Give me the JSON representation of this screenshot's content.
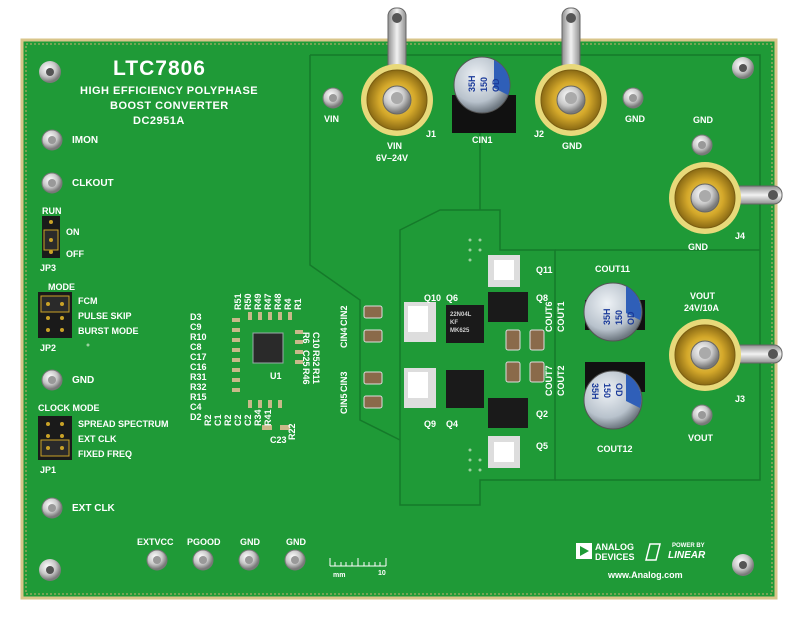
{
  "board": {
    "part_number": "LTC7806",
    "title_line1": "HIGH EFFICIENCY POLYPHASE",
    "title_line2": "BOOST CONVERTER",
    "board_id": "DC2951A",
    "colors": {
      "pcb": "#1f9a37",
      "silkscreen": "#ffffff",
      "gold": "#c9a227",
      "solder_edge": "#d8c58a"
    }
  },
  "left_terminals": {
    "imon": "IMON",
    "clkout": "CLKOUT",
    "gnd": "GND",
    "ext_clk": "EXT CLK"
  },
  "jumpers": {
    "jp3": {
      "title": "RUN",
      "on": "ON",
      "off": "OFF",
      "ref": "JP3"
    },
    "jp2": {
      "title": "MODE",
      "opt1": "FCM",
      "opt2": "PULSE SKIP",
      "opt3": "BURST MODE",
      "ref": "JP2"
    },
    "jp1": {
      "title": "CLOCK MODE",
      "opt1": "SPREAD SPECTRUM",
      "opt2": "EXT CLK",
      "opt3": "FIXED FREQ",
      "ref": "JP1"
    }
  },
  "input": {
    "vin_label": "VIN",
    "j1": "J1",
    "j1_vin": "VIN",
    "range": "6V–24V",
    "j2": "J2",
    "j2_gnd": "GND",
    "gnd_right": "GND",
    "cin1": "CIN1",
    "cap_text": [
      "35H",
      "150",
      "OD"
    ]
  },
  "output": {
    "gnd_top": "GND",
    "j4_gnd": "GND",
    "j4": "J4",
    "vout_label": "VOUT",
    "vout_rating": "24V/10A",
    "j3": "J3",
    "vout_bottom": "VOUT",
    "cout11": "COUT11",
    "cout12": "COUT12",
    "cap_text": [
      "35H",
      "150",
      "OD"
    ]
  },
  "refdes": {
    "q10": "Q10",
    "q6": "Q6",
    "q9": "Q9",
    "q4": "Q4",
    "q11": "Q11",
    "q8": "Q8",
    "q2": "Q2",
    "q5": "Q5",
    "cin4": "CIN4",
    "cin2": "CIN2",
    "cin5": "CIN5",
    "cin3": "CIN3",
    "cout6": "COUT6",
    "cout1": "COUT1",
    "cout7": "COUT7",
    "cout2": "COUT2",
    "u1": "U1",
    "left_col": [
      "D3",
      "C9",
      "R10",
      "C8",
      "C17",
      "C16",
      "R31",
      "R32",
      "R15",
      "C4",
      "D2"
    ],
    "top_row": [
      "R51",
      "R50",
      "R49",
      "R47",
      "R48",
      "R4",
      "R1"
    ],
    "right_col": [
      "R6",
      "C10",
      "C25",
      "R52",
      "R46",
      "R11"
    ],
    "bottom_row": [
      "R2",
      "C1",
      "R2",
      "C2",
      "C2",
      "R34",
      "R41",
      "C23",
      "R22"
    ],
    "mosfet_marking": [
      "22N04L",
      "KF",
      "MK625"
    ]
  },
  "bottom_terminals": {
    "extvcc": "EXTVCC",
    "pgood": "PGOOD",
    "gnd1": "GND",
    "gnd2": "GND"
  },
  "scale": {
    "unit": "mm",
    "max": "10"
  },
  "branding": {
    "analog_line1": "ANALOG",
    "analog_line2": "DEVICES",
    "powered_by": "POWER BY",
    "linear": "LINEAR",
    "website": "www.Analog.com"
  }
}
